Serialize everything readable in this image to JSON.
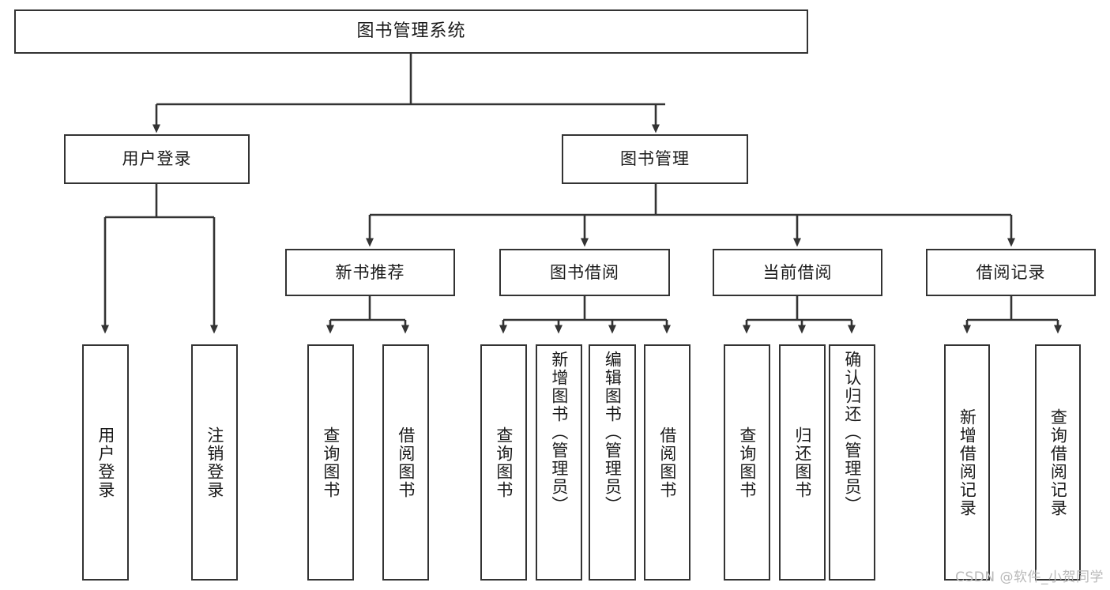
{
  "diagram": {
    "title": "图书管理系统",
    "type": "functional-structure-tree",
    "watermark": "CSDN @软件_小贺同学",
    "colors": {
      "box_border": "#333333",
      "box_fill": "#ffffff",
      "connector": "#333333",
      "text": "#1a1a1a",
      "watermark": "#b9b9b9",
      "background": "#ffffff"
    },
    "root": {
      "label": "图书管理系统"
    },
    "level2": [
      {
        "label": "用户登录"
      },
      {
        "label": "图书管理"
      }
    ],
    "level3": [
      {
        "label": "新书推荐"
      },
      {
        "label": "图书借阅"
      },
      {
        "label": "当前借阅"
      },
      {
        "label": "借阅记录"
      }
    ],
    "leaves": {
      "user_login": [
        {
          "label": "用户登录"
        },
        {
          "label": "注销登录"
        }
      ],
      "new_book_recommend": [
        {
          "label": "查询图书"
        },
        {
          "label": "借阅图书"
        }
      ],
      "book_borrow": [
        {
          "label": "查询图书"
        },
        {
          "label": "新增图书（管理员）"
        },
        {
          "label": "编辑图书（管理员）"
        },
        {
          "label": "借阅图书"
        }
      ],
      "current_borrow": [
        {
          "label": "查询图书"
        },
        {
          "label": "归还图书"
        },
        {
          "label": "确认归还（管理员）"
        }
      ],
      "borrow_record": [
        {
          "label": "新增借阅记录"
        },
        {
          "label": "查询借阅记录"
        }
      ]
    }
  }
}
